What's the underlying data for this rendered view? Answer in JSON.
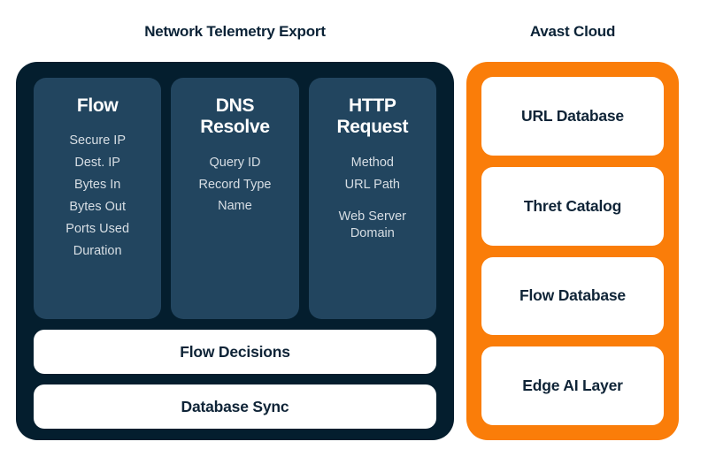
{
  "colors": {
    "background": "#ffffff",
    "dark_panel": "#041E2E",
    "telemetry_card": "#22455F",
    "orange_panel": "#FA7D09",
    "card_white": "#ffffff",
    "title_text": "#0A2236",
    "item_text": "#D7DEE4"
  },
  "left": {
    "title": "Network Telemetry Export",
    "cards": [
      {
        "title": "Flow",
        "items": [
          {
            "label": "Secure IP",
            "gap_before": false
          },
          {
            "label": "Dest. IP",
            "gap_before": false
          },
          {
            "label": "Bytes In",
            "gap_before": false
          },
          {
            "label": "Bytes Out",
            "gap_before": false
          },
          {
            "label": "Ports Used",
            "gap_before": false
          },
          {
            "label": "Duration",
            "gap_before": false
          }
        ]
      },
      {
        "title": "DNS\nResolve",
        "items": [
          {
            "label": "Query ID",
            "gap_before": false
          },
          {
            "label": "Record Type",
            "gap_before": false
          },
          {
            "label": "Name",
            "gap_before": false
          }
        ]
      },
      {
        "title": "HTTP\nRequest",
        "items": [
          {
            "label": "Method",
            "gap_before": false
          },
          {
            "label": "URL Path",
            "gap_before": false
          },
          {
            "label": "Web Server\nDomain",
            "gap_before": true
          }
        ]
      }
    ],
    "bars": [
      {
        "label": "Flow Decisions"
      },
      {
        "label": "Database Sync"
      }
    ]
  },
  "right": {
    "title": "Avast Cloud",
    "cards": [
      {
        "label": "URL Database"
      },
      {
        "label": "Thret Catalog"
      },
      {
        "label": "Flow Database"
      },
      {
        "label": "Edge AI Layer"
      }
    ]
  }
}
